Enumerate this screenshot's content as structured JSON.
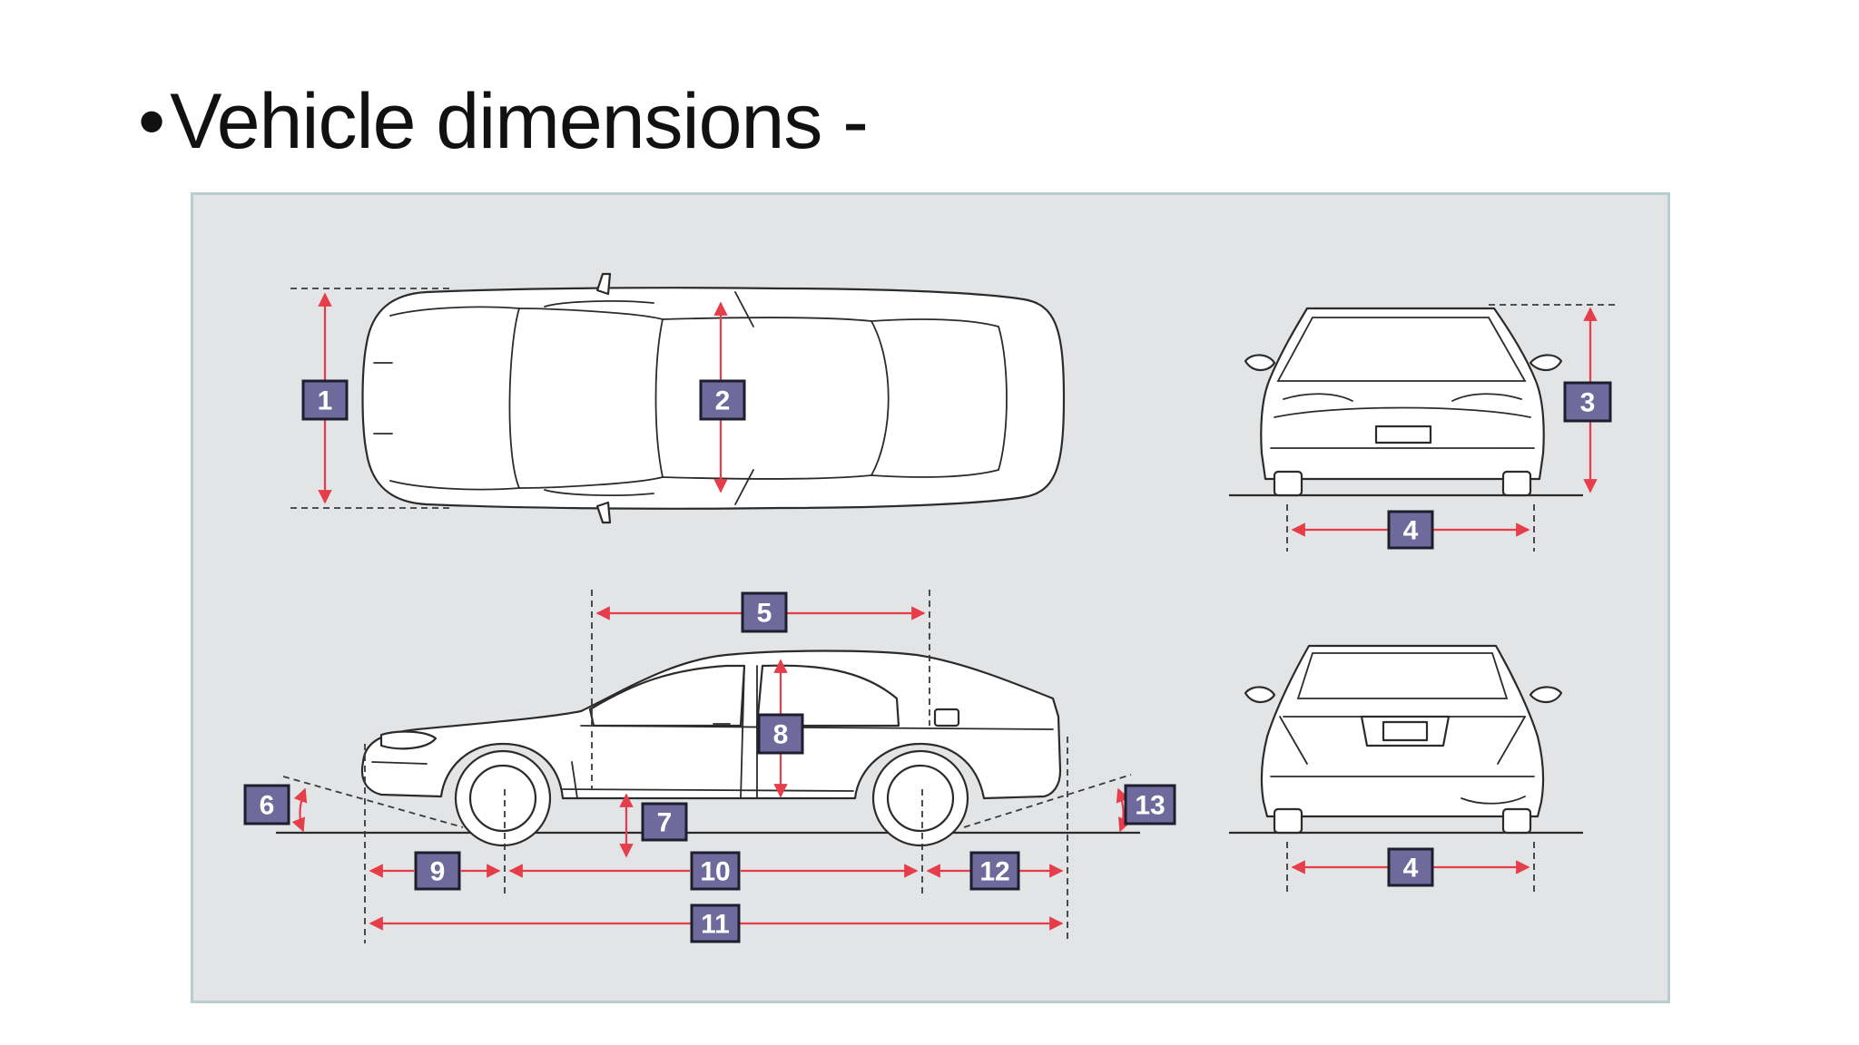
{
  "slide": {
    "bullet": "•",
    "title": "Vehicle dimensions -"
  },
  "diagram": {
    "views": [
      "top-view",
      "front-view",
      "side-view",
      "rear-view"
    ],
    "colors": {
      "panel_background": "#e2e4e6",
      "panel_border": "#b9cccf",
      "dimension_line": "#e53d4a",
      "badge_fill": "#6e6a9c",
      "badge_text": "#ffffff"
    },
    "labels": {
      "d1": "1",
      "d2": "2",
      "d3": "3",
      "d4_front": "4",
      "d4_rear": "4",
      "d5": "5",
      "d6": "6",
      "d7": "7",
      "d8": "8",
      "d9": "9",
      "d10": "10",
      "d11": "11",
      "d12": "12",
      "d13": "13"
    }
  }
}
